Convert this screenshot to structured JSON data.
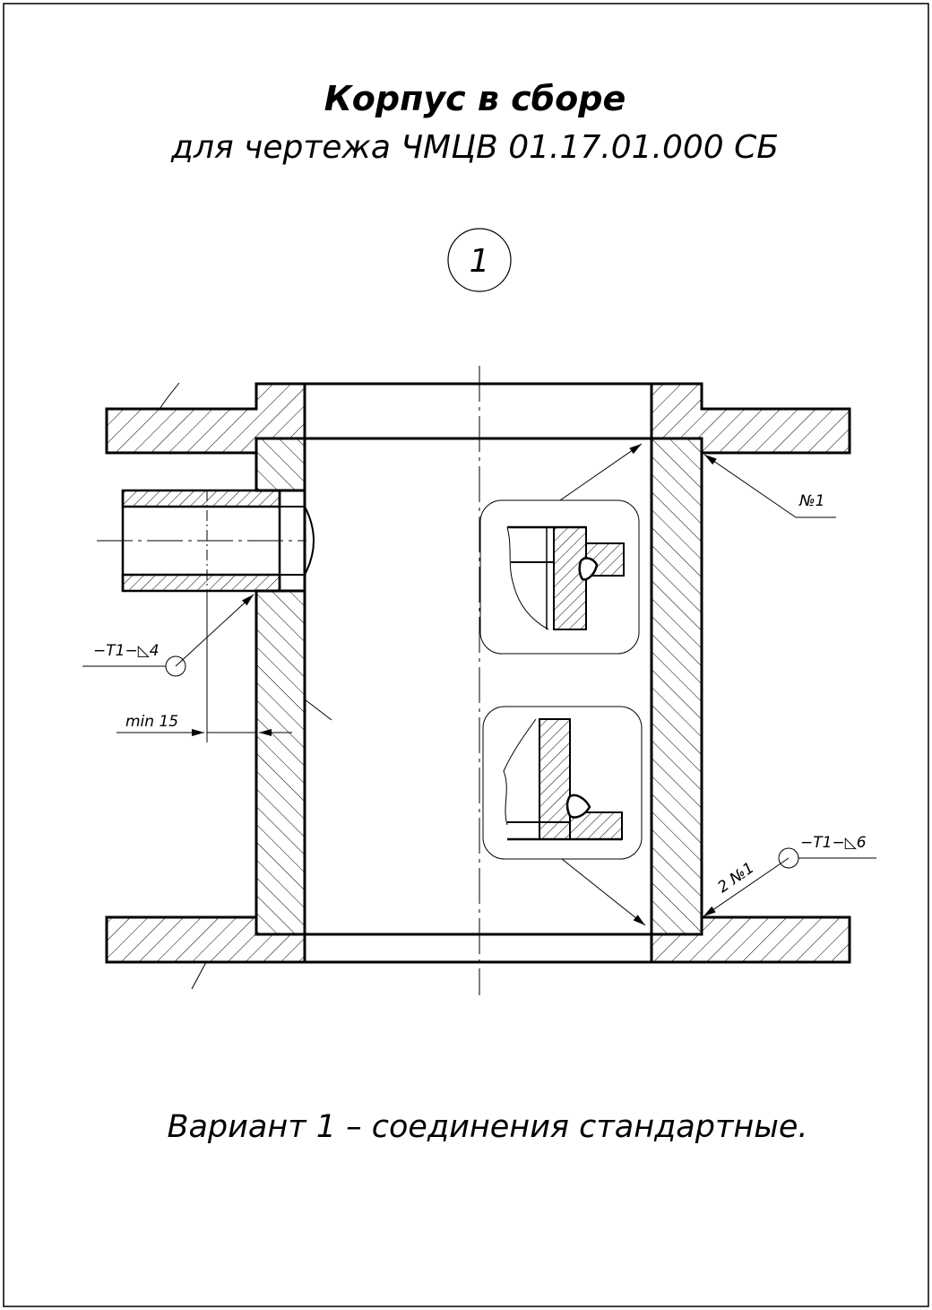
{
  "title": "Корпус в сборе",
  "subtitle": "для чертежа ЧМЦВ 01.17.01.000 СБ",
  "view_number": "1",
  "labels": {
    "weld_top_right": "№1",
    "weld_left_symbol": "−Т1−◺4",
    "dimension_min": "min 15",
    "weld_bottom_right_symbol": "−Т1−◺6",
    "weld_bottom_right_count": "2 №1"
  },
  "caption": "Вариант 1 – соединения стандартные."
}
